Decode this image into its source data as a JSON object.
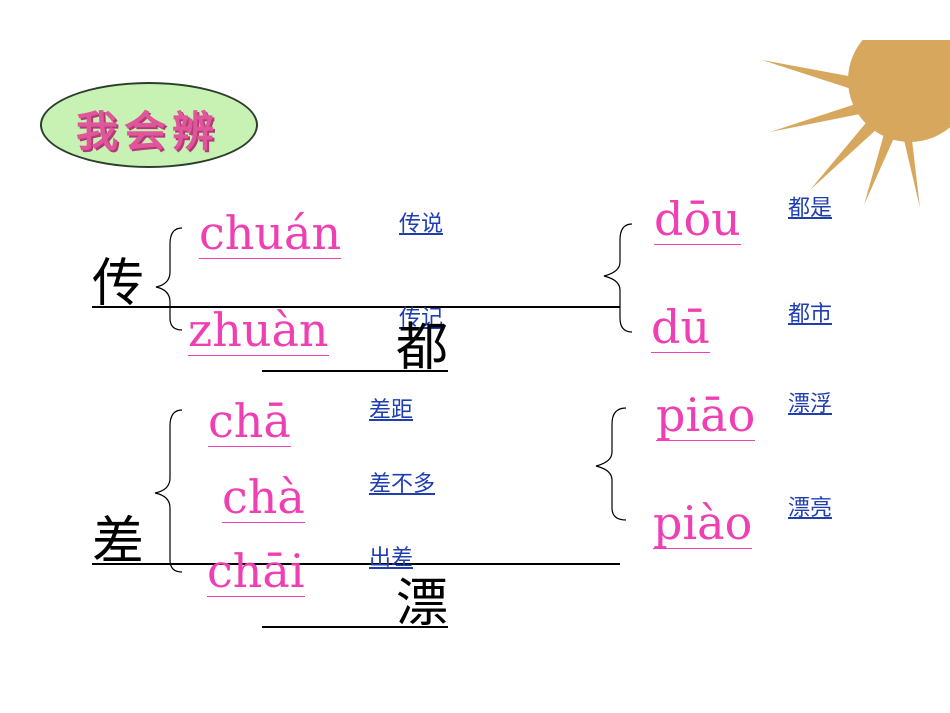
{
  "title": "我会辨",
  "groups": {
    "chuan": {
      "char": "传",
      "readings": [
        {
          "pinyin": "chuán",
          "word": "传说"
        },
        {
          "pinyin": "zhuàn",
          "word": "传记"
        }
      ]
    },
    "dou": {
      "char": "都",
      "readings": [
        {
          "pinyin": "dōu",
          "word": "都是"
        },
        {
          "pinyin": "dū",
          "word": "都市"
        }
      ]
    },
    "cha": {
      "char": "差",
      "readings": [
        {
          "pinyin": "chā",
          "word": "差距"
        },
        {
          "pinyin": "chà",
          "word": "差不多"
        },
        {
          "pinyin": "chāi",
          "word": "出差"
        }
      ]
    },
    "piao": {
      "char": "漂",
      "readings": [
        {
          "pinyin": "piāo",
          "word": "漂浮"
        },
        {
          "pinyin": "piào",
          "word": "漂亮"
        }
      ]
    }
  },
  "colors": {
    "pinyin": "#ee3fb3",
    "link": "#1f3fb0",
    "sun": "#d7a75e",
    "title_bg": "#c8f2b4"
  }
}
